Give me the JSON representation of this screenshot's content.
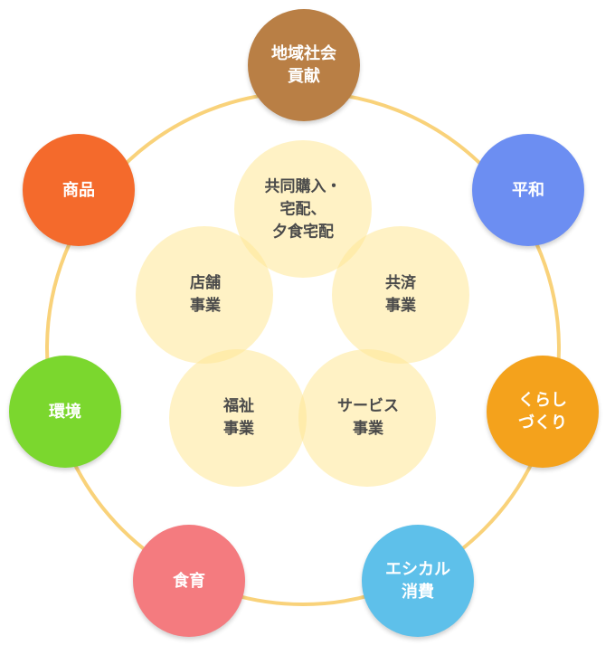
{
  "diagram": {
    "outer_items": [
      {
        "label": "地域社会\n貢献",
        "color": "#b97f45"
      },
      {
        "label": "平和",
        "color": "#6c8ef2"
      },
      {
        "label": "くらし\nづくり",
        "color": "#f4a21c"
      },
      {
        "label": "エシカル\n消費",
        "color": "#5ec0ea"
      },
      {
        "label": "食育",
        "color": "#f47b7f"
      },
      {
        "label": "環境",
        "color": "#7bd72e"
      },
      {
        "label": "商品",
        "color": "#f46a2c"
      }
    ],
    "inner_items": [
      {
        "label": "共同購入・\n宅配、\n夕食宅配"
      },
      {
        "label": "共済\n事業"
      },
      {
        "label": "サービス\n事業"
      },
      {
        "label": "福祉\n事業"
      },
      {
        "label": "店舗\n事業"
      }
    ],
    "ring_color": "#f9d27a",
    "inner_fill_color": "#ffe896"
  }
}
